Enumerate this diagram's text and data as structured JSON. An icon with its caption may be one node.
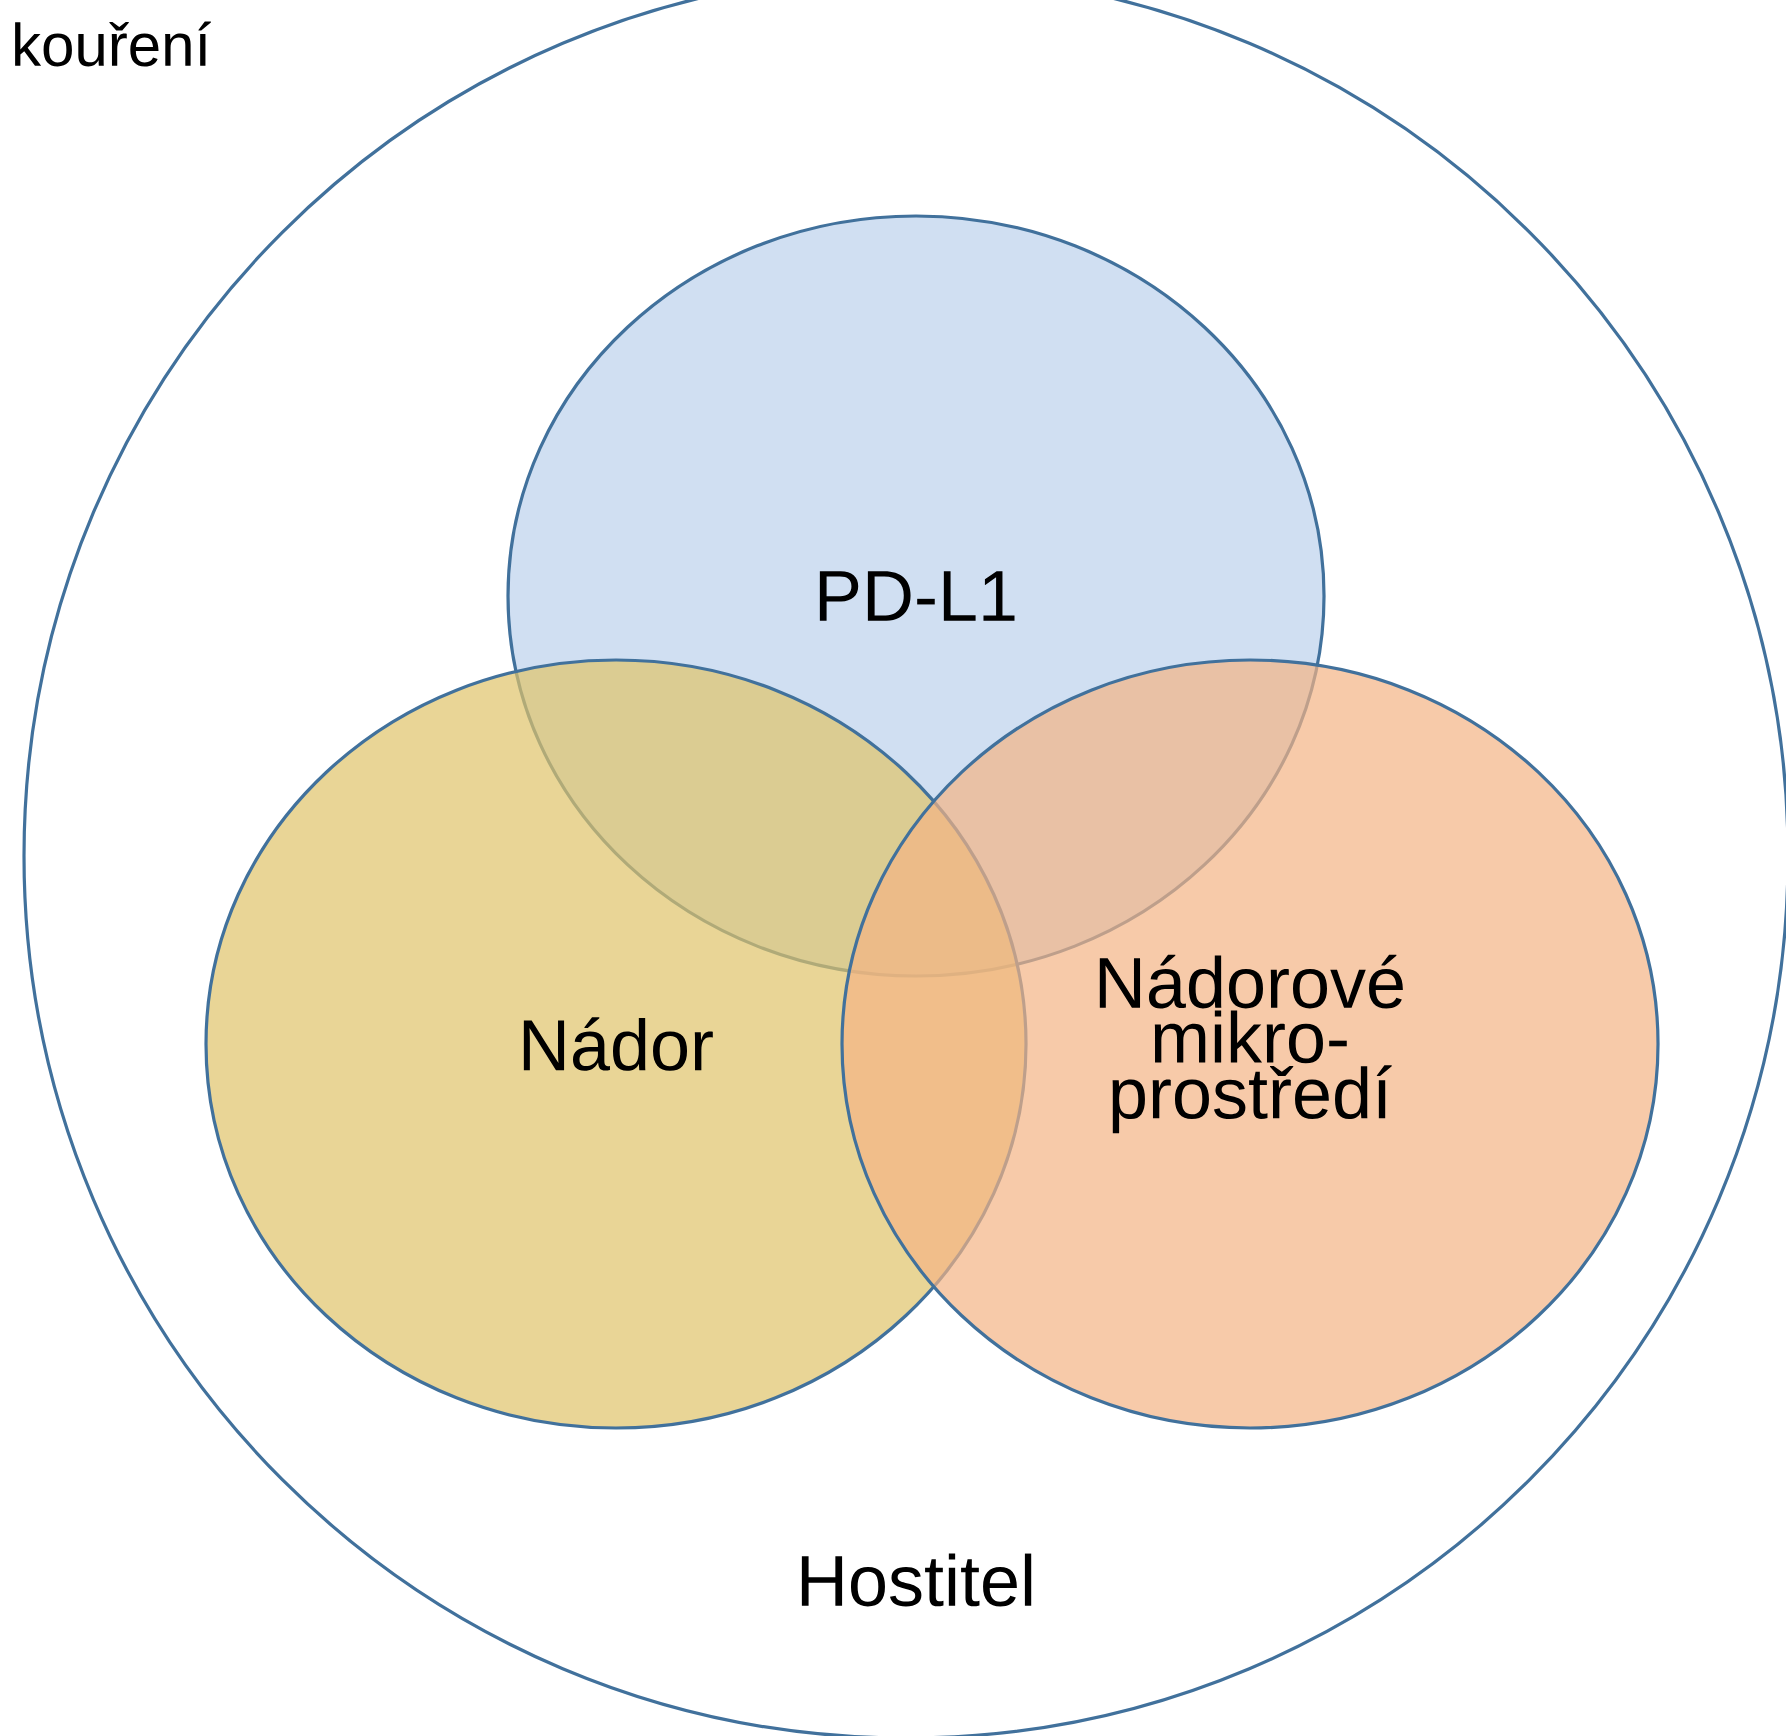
{
  "diagram": {
    "nodes": [
      {
        "text": [
          "Hostitel"
        ]
      },
      {
        "text": [
          "PD-L1"
        ],
        "in": 0
      },
      {
        "text": [
          "Nádor"
        ],
        "in": 0
      },
      {
        "text": [
          "Nádorové mikro- prostředí"
        ],
        "in": 0
      }
    ],
    "labels": [
      "kouření"
    ]
  }
}
